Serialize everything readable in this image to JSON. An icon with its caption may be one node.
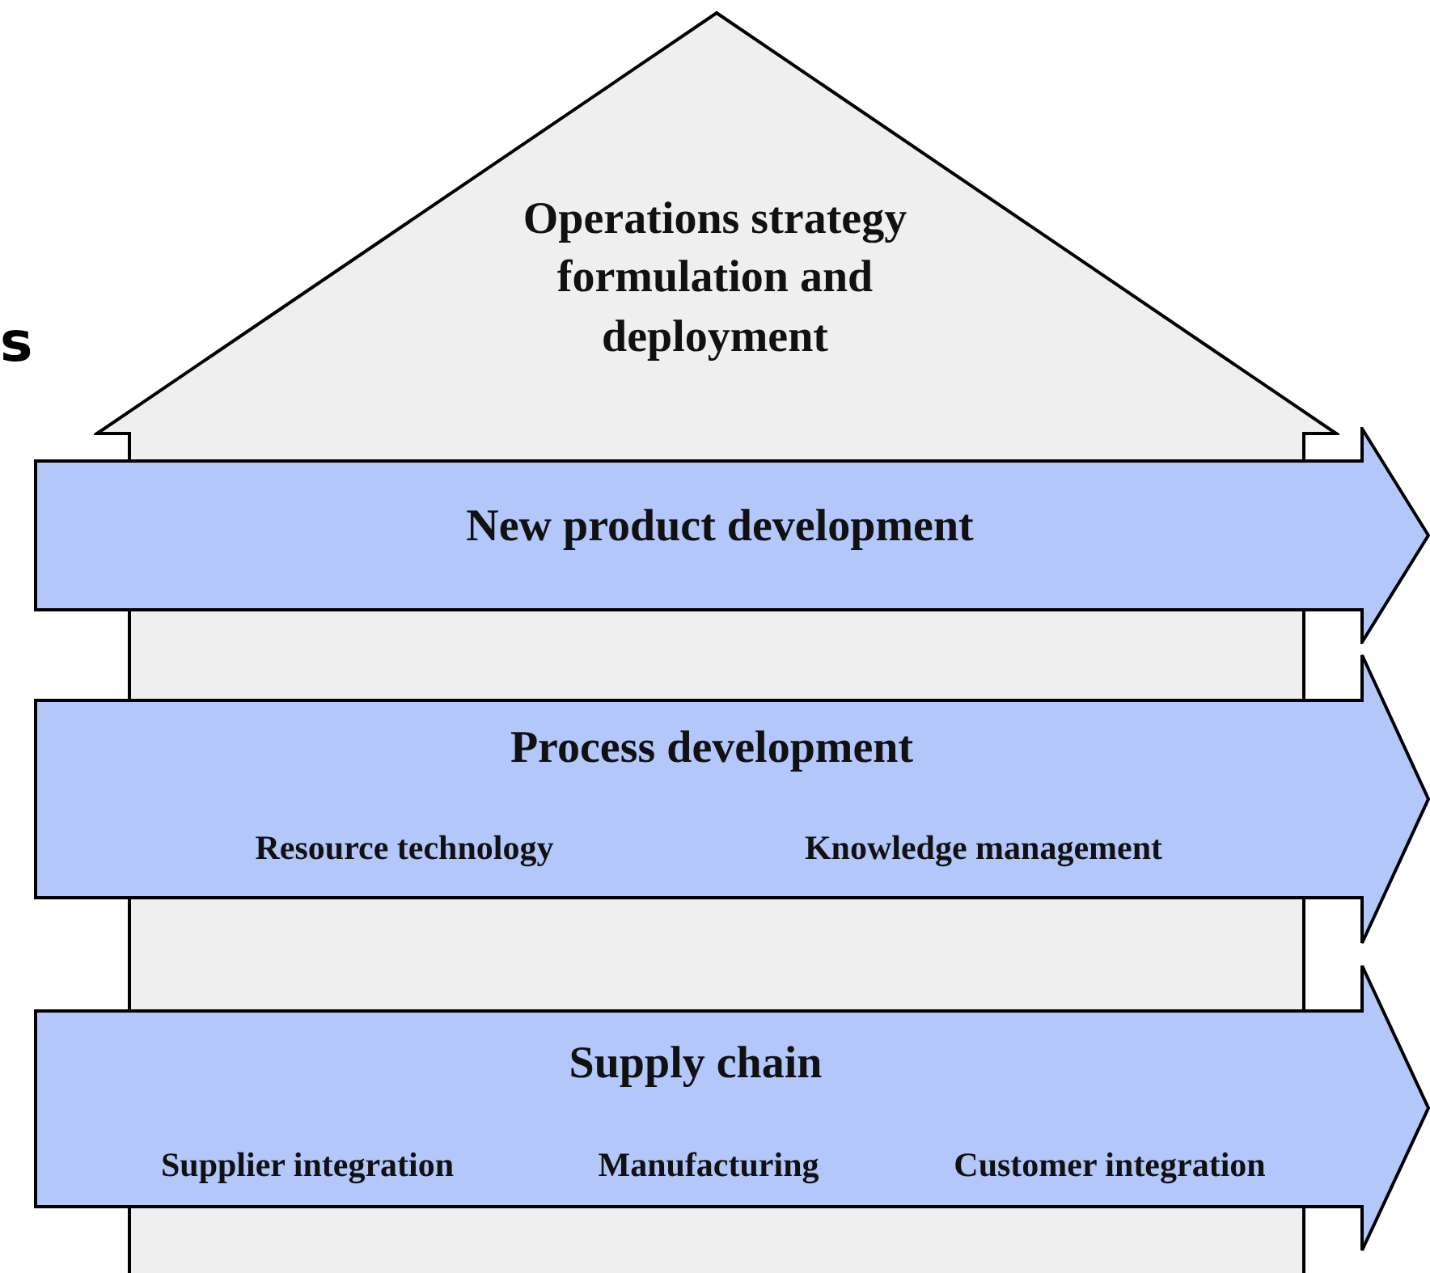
{
  "diagram": {
    "nodes": [
      {
        "text": [
          "Operations strategy formulation and deployment"
        ]
      },
      {
        "text": [
          "New product development"
        ]
      },
      {
        "text": [
          "Process development",
          "Resource technology",
          "Knowledge management"
        ]
      },
      {
        "text": [
          "Supply chain",
          "Supplier integration",
          "Manufacturing",
          "Customer integration"
        ]
      }
    ],
    "labels": [
      "s"
    ]
  }
}
